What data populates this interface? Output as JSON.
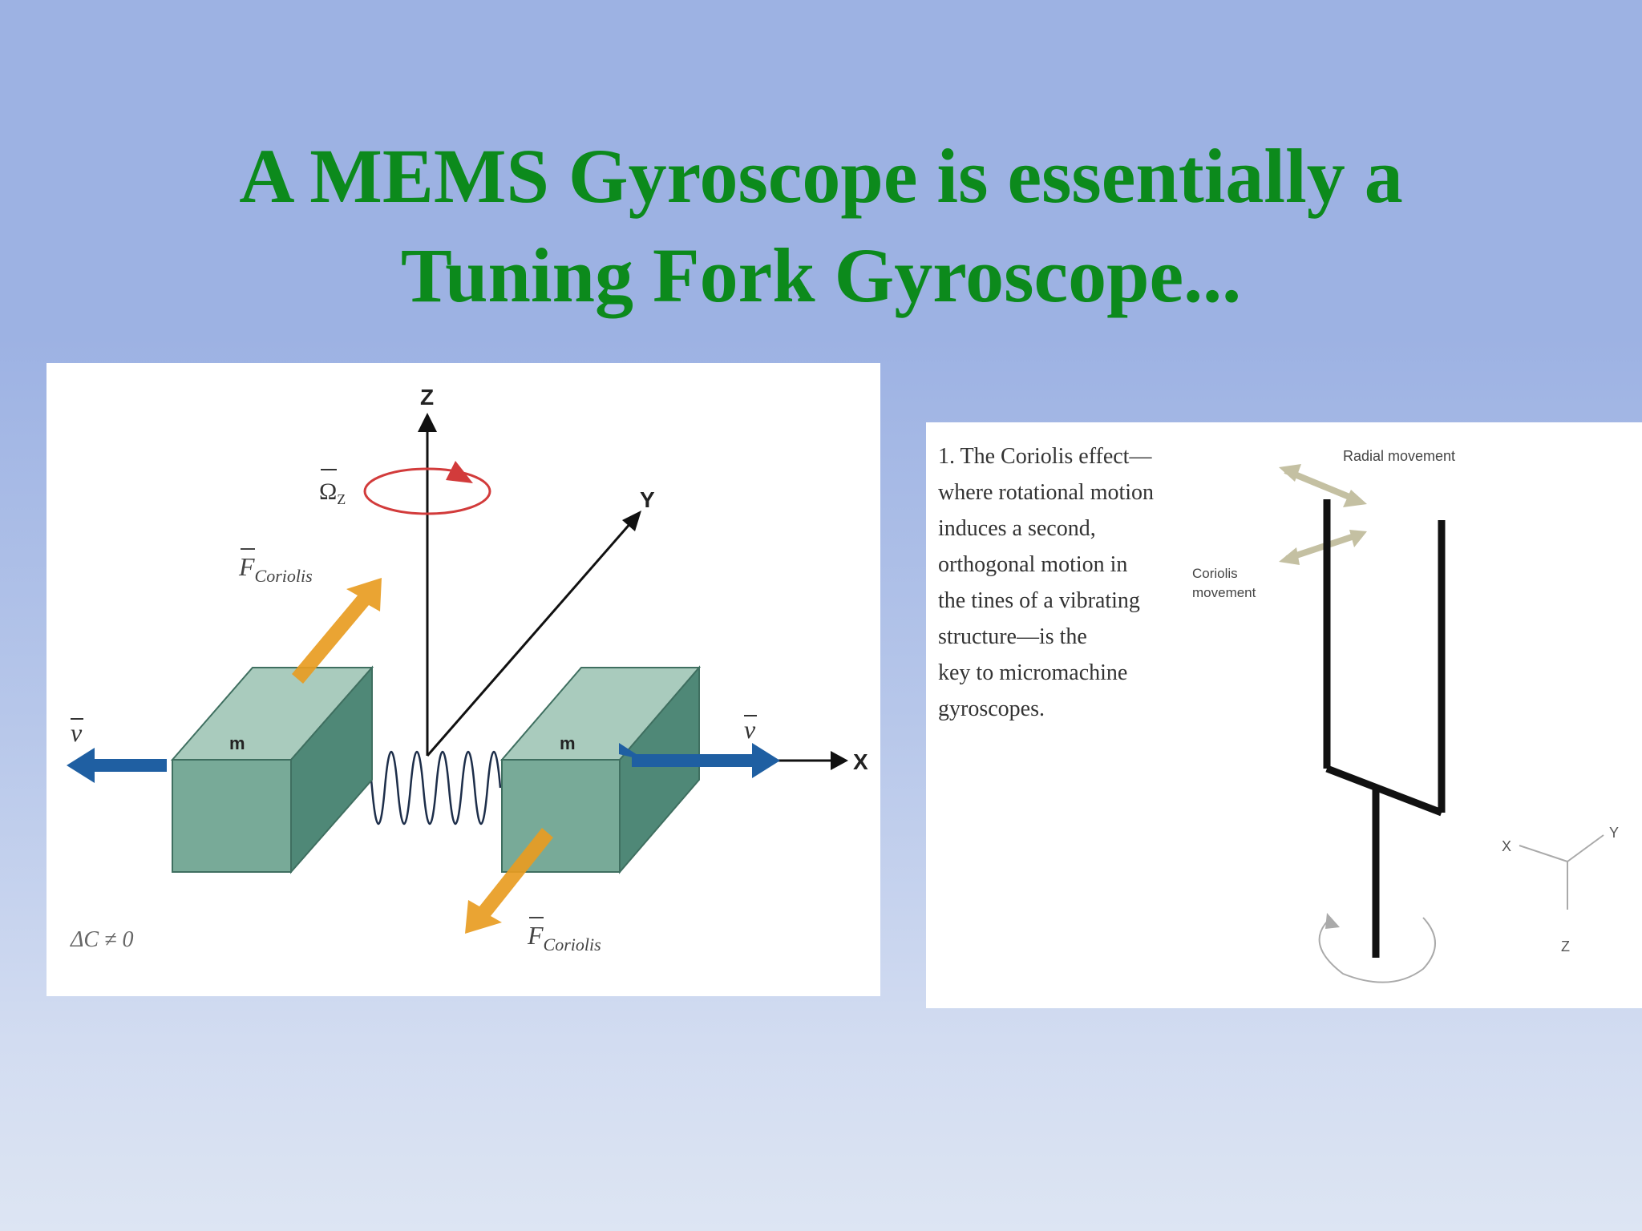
{
  "title": {
    "line1": "A MEMS Gyroscope is essentially a",
    "line2": "Tuning Fork Gyroscope..."
  },
  "left_diagram": {
    "axis_z": "Z",
    "axis_y": "Y",
    "axis_x": "X",
    "omega_label": "Ω",
    "omega_sub": "Z",
    "mass_label_left": "m",
    "mass_label_right": "m",
    "force_label_top": "F",
    "force_label_top_sub": "Coriolis",
    "force_label_bottom": "F",
    "force_label_bottom_sub": "Coriolis",
    "velocity_label_left": "v",
    "velocity_label_right": "v",
    "delta_c": "ΔC ≠ 0",
    "colors": {
      "mass_front": "#78aa98",
      "mass_top": "#a9cbbd",
      "mass_side": "#4f8877",
      "velocity_arrow": "#1f5fa2",
      "coriolis_arrow": "#e89c22",
      "rotation_arrow": "#d23b3b"
    }
  },
  "right_diagram": {
    "caption_lines": [
      "1. The Coriolis effect—",
      "where rotational motion",
      "induces a second,",
      "orthogonal motion in",
      "the tines of a vibrating",
      "structure—is the",
      "key to micromachine",
      "gyroscopes."
    ],
    "radial_label": "Radial movement",
    "coriolis_label_line1": "Coriolis",
    "coriolis_label_line2": "movement",
    "axis_x": "X",
    "axis_y": "Y",
    "axis_z": "Z"
  }
}
